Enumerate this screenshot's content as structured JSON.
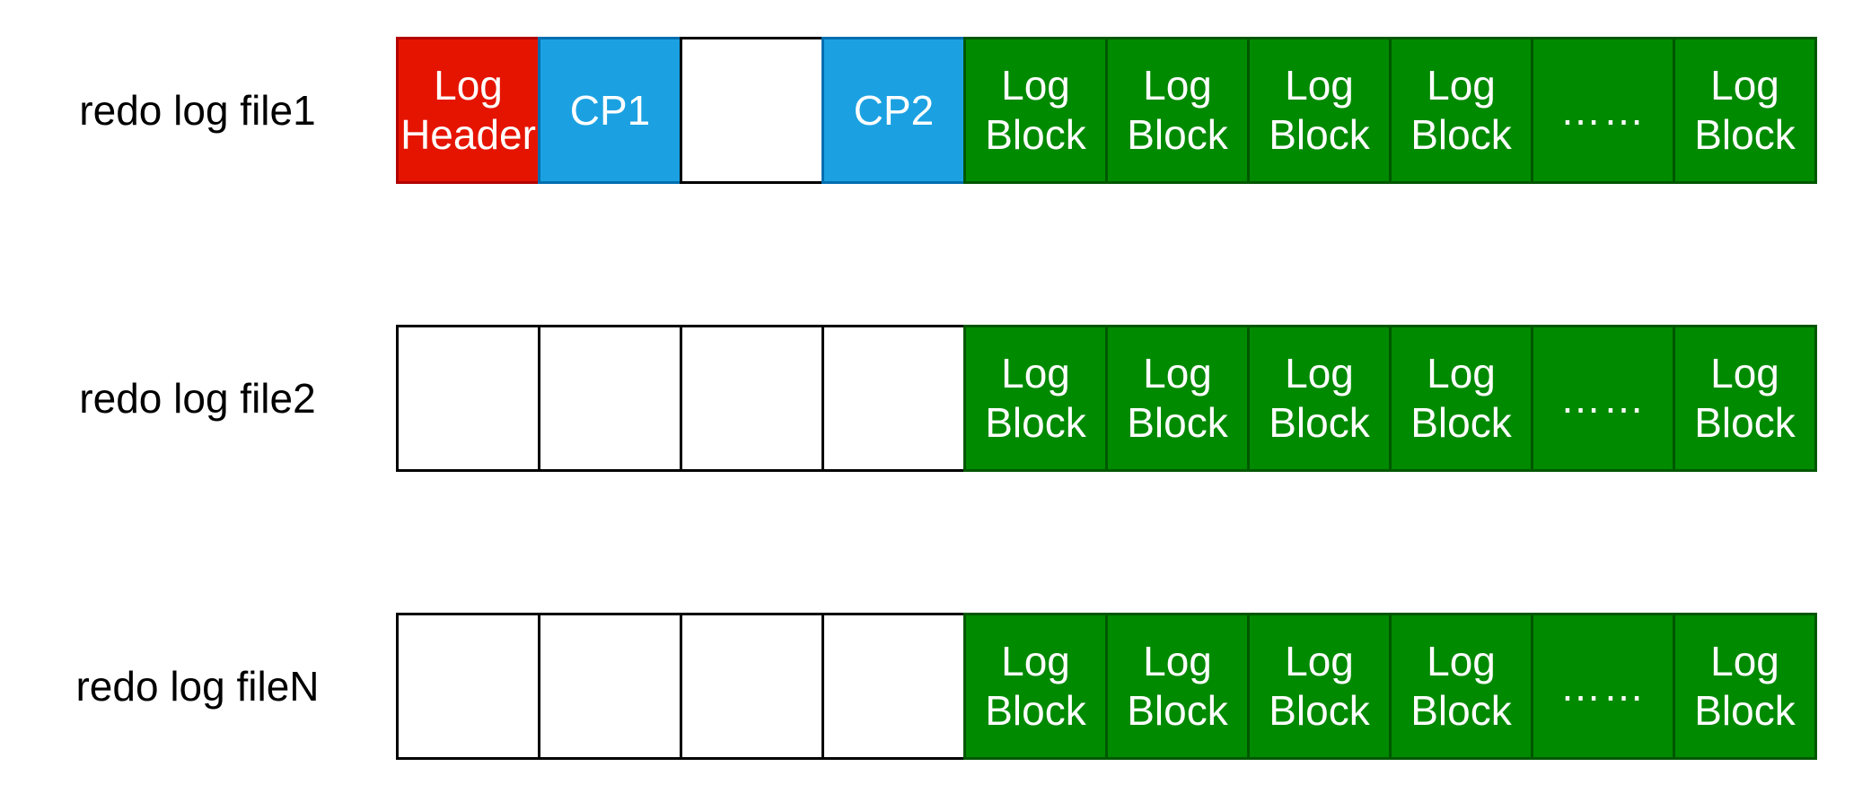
{
  "colors": {
    "log_header": "#e51400",
    "checkpoint": "#1ba1e2",
    "empty": "#ffffff",
    "log_block": "#008a00"
  },
  "rows": [
    {
      "label": "redo log file1",
      "cells": [
        {
          "kind": "header",
          "lines": [
            "Log",
            "Header"
          ]
        },
        {
          "kind": "checkpoint",
          "lines": [
            "CP1"
          ]
        },
        {
          "kind": "empty",
          "lines": []
        },
        {
          "kind": "checkpoint",
          "lines": [
            "CP2"
          ]
        },
        {
          "kind": "block",
          "lines": [
            "Log",
            "Block"
          ]
        },
        {
          "kind": "block",
          "lines": [
            "Log",
            "Block"
          ]
        },
        {
          "kind": "block",
          "lines": [
            "Log",
            "Block"
          ]
        },
        {
          "kind": "block",
          "lines": [
            "Log",
            "Block"
          ]
        },
        {
          "kind": "ellipsis",
          "lines": [
            "……"
          ]
        },
        {
          "kind": "block",
          "lines": [
            "Log",
            "Block"
          ]
        }
      ]
    },
    {
      "label": "redo log file2",
      "cells": [
        {
          "kind": "empty",
          "lines": []
        },
        {
          "kind": "empty",
          "lines": []
        },
        {
          "kind": "empty",
          "lines": []
        },
        {
          "kind": "empty",
          "lines": []
        },
        {
          "kind": "block",
          "lines": [
            "Log",
            "Block"
          ]
        },
        {
          "kind": "block",
          "lines": [
            "Log",
            "Block"
          ]
        },
        {
          "kind": "block",
          "lines": [
            "Log",
            "Block"
          ]
        },
        {
          "kind": "block",
          "lines": [
            "Log",
            "Block"
          ]
        },
        {
          "kind": "ellipsis",
          "lines": [
            "……"
          ]
        },
        {
          "kind": "block",
          "lines": [
            "Log",
            "Block"
          ]
        }
      ]
    },
    {
      "label": "redo log fileN",
      "cells": [
        {
          "kind": "empty",
          "lines": []
        },
        {
          "kind": "empty",
          "lines": []
        },
        {
          "kind": "empty",
          "lines": []
        },
        {
          "kind": "empty",
          "lines": []
        },
        {
          "kind": "block",
          "lines": [
            "Log",
            "Block"
          ]
        },
        {
          "kind": "block",
          "lines": [
            "Log",
            "Block"
          ]
        },
        {
          "kind": "block",
          "lines": [
            "Log",
            "Block"
          ]
        },
        {
          "kind": "block",
          "lines": [
            "Log",
            "Block"
          ]
        },
        {
          "kind": "ellipsis",
          "lines": [
            "……"
          ]
        },
        {
          "kind": "block",
          "lines": [
            "Log",
            "Block"
          ]
        }
      ]
    }
  ]
}
